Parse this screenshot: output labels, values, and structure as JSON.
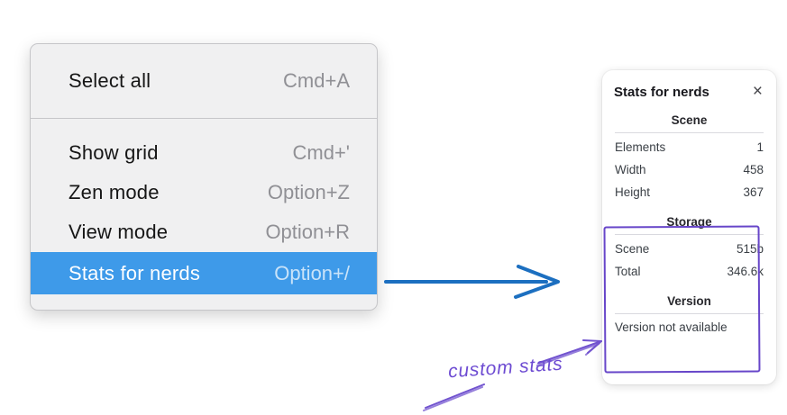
{
  "menu": {
    "items": [
      {
        "label": "Select all",
        "shortcut": "Cmd+A"
      },
      {
        "label": "Show grid",
        "shortcut": "Cmd+'"
      },
      {
        "label": "Zen mode",
        "shortcut": "Option+Z"
      },
      {
        "label": "View mode",
        "shortcut": "Option+R"
      },
      {
        "label": "Stats for nerds",
        "shortcut": "Option+/",
        "selected": true
      }
    ],
    "colors": {
      "highlight": "#3e9ae9",
      "background": "#f0f0f1",
      "shortcut_text": "#909095"
    }
  },
  "stats_panel": {
    "title": "Stats for nerds",
    "close_icon": "×",
    "sections": [
      {
        "heading": "Scene",
        "rows": [
          {
            "label": "Elements",
            "value": "1"
          },
          {
            "label": "Width",
            "value": "458"
          },
          {
            "label": "Height",
            "value": "367"
          }
        ]
      },
      {
        "heading": "Storage",
        "rows": [
          {
            "label": "Scene",
            "value": "515b"
          },
          {
            "label": "Total",
            "value": "346.6k"
          }
        ]
      },
      {
        "heading": "Version",
        "rows": [],
        "note": "Version not available"
      }
    ]
  },
  "annotations": {
    "custom_stats_label": "custom stats",
    "colors": {
      "arrow_blue": "#1c6fc0",
      "highlight_purple": "#6746c9",
      "text_purple": "#6d4bd2"
    }
  }
}
